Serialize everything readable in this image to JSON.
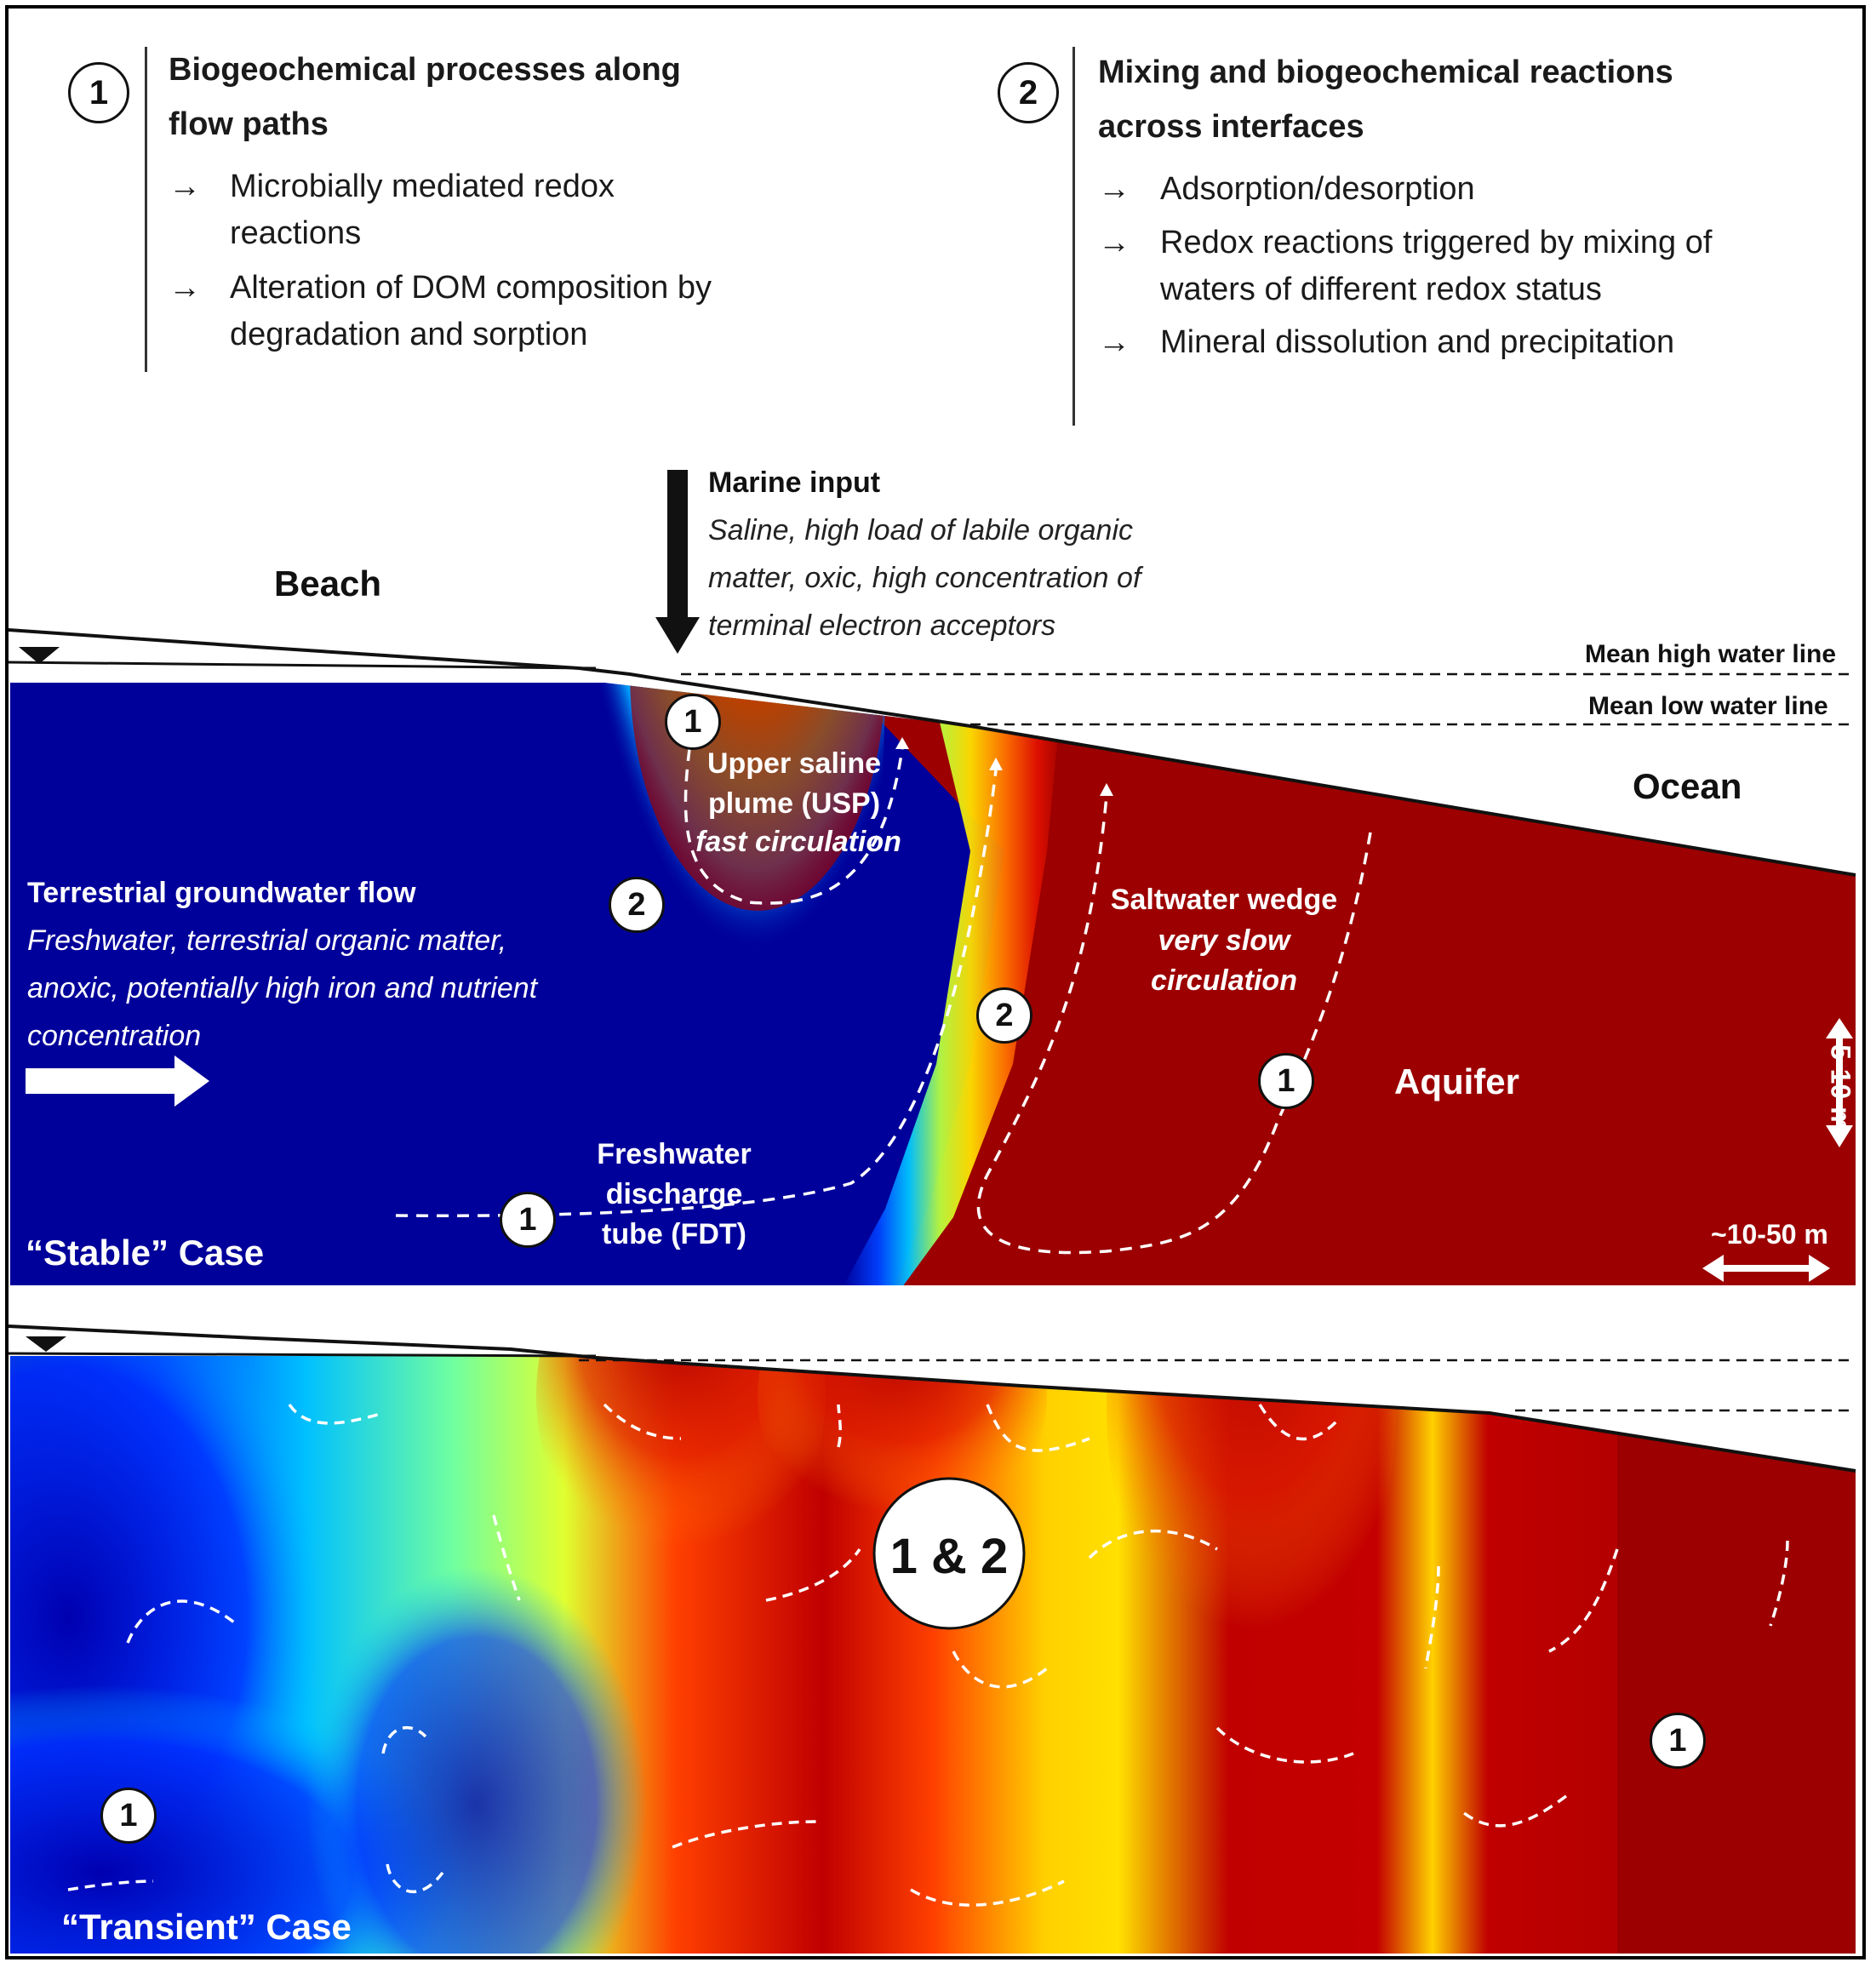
{
  "header": {
    "left": {
      "num": "1",
      "title": "Biogeochemical processes along flow paths",
      "bullets": [
        "Microbially mediated redox reactions",
        "Alteration of DOM composition by degradation and sorption"
      ]
    },
    "right": {
      "num": "2",
      "title": "Mixing and biogeochemical reactions across interfaces",
      "bullets": [
        "Adsorption/desorption",
        "Redox reactions triggered by mixing of waters of different redox status",
        "Mineral dissolution and precipitation"
      ]
    },
    "arrow_glyph": "→"
  },
  "stable": {
    "marine_title": "Marine input",
    "marine_desc": "Saline, high load of labile organic matter, oxic, high concentration of terminal electron acceptors",
    "beach": "Beach",
    "mean_high": "Mean high water line",
    "mean_low": "Mean low water line",
    "ocean": "Ocean",
    "usp_label": "Upper saline plume (USP)",
    "usp_sub": "fast circulation",
    "terr_title": "Terrestrial groundwater flow",
    "terr_desc": "Freshwater, terrestrial organic matter, anoxic, potentially high iron and nutrient concentration",
    "wedge_label": "Saltwater wedge",
    "wedge_sub": "very slow circulation",
    "aquifer": "Aquifer",
    "fdt": "Freshwater discharge tube (FDT)",
    "case": "“Stable” Case",
    "vscale": "~5-10 m",
    "hscale": "~10-50 m",
    "markers": [
      "1",
      "2",
      "2",
      "1",
      "1"
    ]
  },
  "transient": {
    "case": "“Transient” Case",
    "big": "1 & 2",
    "markers": [
      "1",
      "1"
    ]
  },
  "colors": {
    "fresh": "#00009a",
    "saline": "#9c0000",
    "ink": "#111111",
    "white": "#ffffff"
  }
}
